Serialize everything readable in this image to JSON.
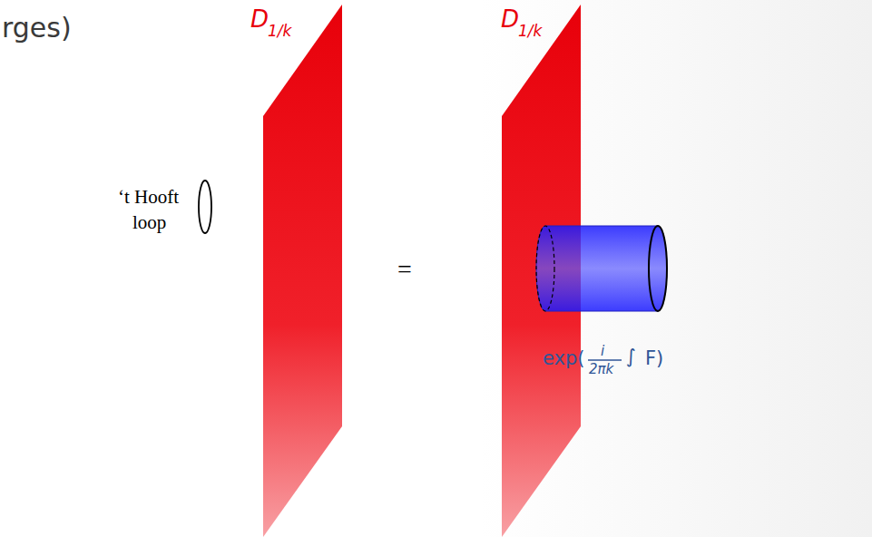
{
  "diagram": {
    "labels": [
      "rges)",
      "D",
      "1/k",
      "D",
      "1/k",
      "‘t Hooft",
      "loop",
      "=",
      "exp(",
      "i",
      "2πk",
      "∫",
      "F)"
    ]
  }
}
